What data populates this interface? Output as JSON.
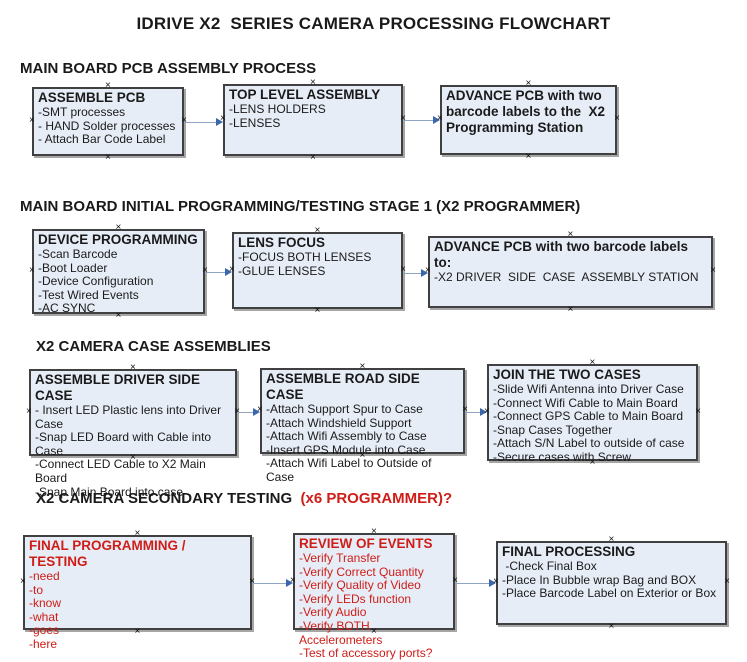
{
  "title": "IDRIVE X2  SERIES CAMERA PROCESSING FLOWCHART",
  "colors": {
    "box_fill": "#e7edf7",
    "box_border": "#404040",
    "box_shadow": "#a6a6a6",
    "red_text": "#cf1d17",
    "arrow_line": "#90a5c6",
    "arrow_head": "#3a66ad",
    "text": "#1a1a1a"
  },
  "glyphs": {
    "connection_point": "×"
  },
  "sections": [
    {
      "heading": "MAIN BOARD PCB ASSEMBLY PROCESS",
      "boxes": [
        {
          "title": "ASSEMBLE PCB",
          "items": [
            "-SMT processes",
            "- HAND Solder processes",
            "- Attach Bar Code Label"
          ]
        },
        {
          "title": "TOP LEVEL ASSEMBLY",
          "items": [
            "-LENS HOLDERS",
            "-LENSES"
          ]
        },
        {
          "title": "ADVANCE PCB with two barcode labels to the  X2 Programming Station",
          "items": []
        }
      ]
    },
    {
      "heading": "MAIN BOARD INITIAL PROGRAMMING/TESTING STAGE 1 (X2 PROGRAMMER)",
      "boxes": [
        {
          "title": "DEVICE PROGRAMMING",
          "items": [
            "-Scan Barcode",
            "-Boot Loader",
            "-Device Configuration",
            "-Test Wired Events",
            "-AC SYNC"
          ]
        },
        {
          "title": "LENS FOCUS",
          "items": [
            "-FOCUS BOTH LENSES",
            "-GLUE LENSES"
          ]
        },
        {
          "title": "ADVANCE PCB with two barcode labels to:",
          "items": [
            "-X2 DRIVER  SIDE  CASE  ASSEMBLY STATION"
          ]
        }
      ]
    },
    {
      "heading": "X2 CAMERA CASE ASSEMBLIES",
      "boxes": [
        {
          "title": "ASSEMBLE DRIVER SIDE CASE",
          "items": [
            "- Insert LED Plastic lens into Driver Case",
            "-Snap LED Board with Cable into Case",
            "-Connect LED Cable to X2 Main Board",
            "-Snap Main Board into case"
          ]
        },
        {
          "title": "ASSEMBLE ROAD SIDE CASE",
          "items": [
            "-Attach Support Spur to Case",
            "-Attach Windshield Support",
            "-Attach Wifi Assembly to Case",
            "-Insert GPS Module into Case",
            "-Attach Wifi Label to Outside of Case"
          ]
        },
        {
          "title": "JOIN THE TWO CASES",
          "items": [
            "-Slide Wifi Antenna into Driver Case",
            "-Connect Wifi Cable to Main Board",
            "-Connect GPS Cable to Main Board",
            "-Snap Cases Together",
            "-Attach S/N Label to outside of case",
            "-Secure cases with Screw"
          ]
        }
      ]
    },
    {
      "heading": "X2 CAMERA SECONDARY TESTING  ",
      "heading_red": "(x6 PROGRAMMER)?",
      "boxes": [
        {
          "title": "FINAL PROGRAMMING / TESTING",
          "items": [
            "-need",
            "-to",
            "-know",
            "-what",
            "-goes",
            "-here"
          ]
        },
        {
          "title": "REVIEW OF EVENTS",
          "items": [
            "-Verify Transfer",
            "-Verify Correct Quantity",
            "-Verify Quality of Video",
            "-Verify LEDs function",
            "-Verify Audio",
            "-Verify BOTH Accelerometers",
            "-Test of accessory ports?"
          ]
        },
        {
          "title": "FINAL PROCESSING",
          "items": [
            " -Check Final Box",
            "-Place In Bubble wrap Bag and BOX",
            "-Place Barcode Label on Exterior or Box"
          ]
        }
      ]
    }
  ]
}
